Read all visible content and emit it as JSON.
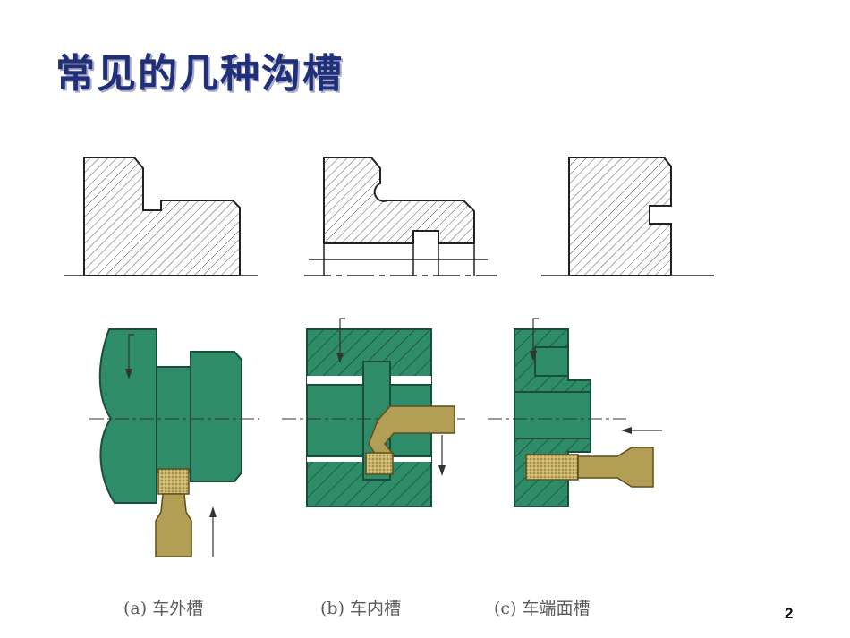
{
  "slide": {
    "title": "常见的几种沟槽",
    "page_number": "2"
  },
  "captions": {
    "a": "(a) 车外槽",
    "b": "(b) 车内槽",
    "c": "(c) 车端面槽"
  },
  "colors": {
    "title": "#1f2f78",
    "part_fill": "#2f8c68",
    "tool_fill": "#b29f55",
    "line": "#222222"
  }
}
